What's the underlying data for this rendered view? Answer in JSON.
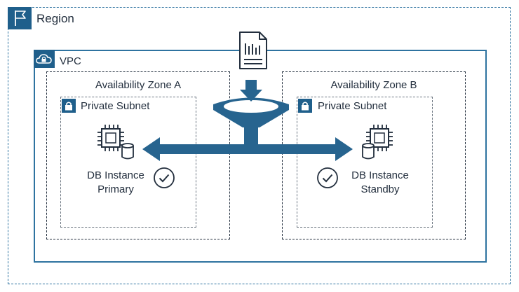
{
  "region": {
    "label": "Region",
    "icon": "flag-icon"
  },
  "vpc": {
    "label": "VPC",
    "icon": "cloud-lock-icon"
  },
  "zones": [
    {
      "label": "Availability Zone A",
      "subnet": {
        "label": "Private Subnet",
        "icon": "lock-icon"
      },
      "db": {
        "line1": "DB Instance",
        "line2": "Primary"
      }
    },
    {
      "label": "Availability Zone B",
      "subnet": {
        "label": "Private Subnet",
        "icon": "lock-icon"
      },
      "db": {
        "line1": "DB Instance",
        "line2": "Standby"
      }
    }
  ],
  "colors": {
    "accent": "#1f5f8b",
    "flow": "#27648f",
    "dashed_border": "#2e73a0",
    "text": "#232f3e"
  }
}
